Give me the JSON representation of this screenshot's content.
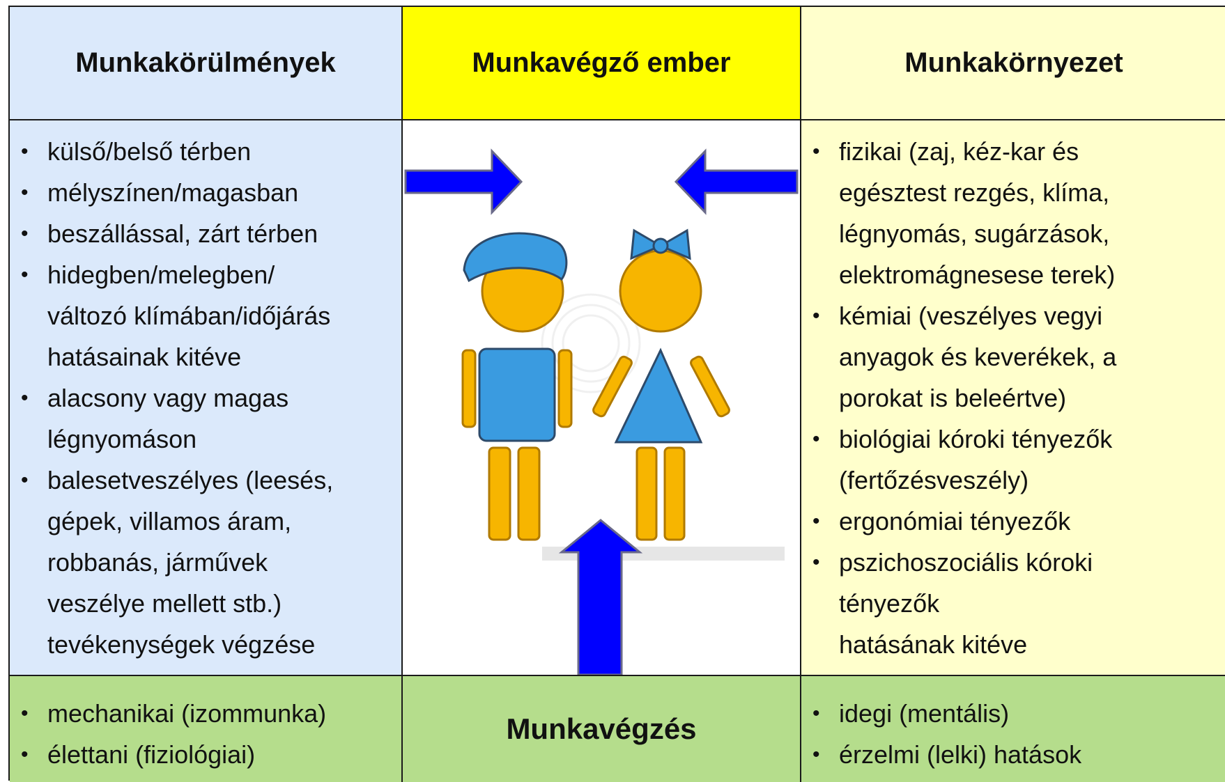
{
  "header": {
    "left": "Munkakörülmények",
    "center": "Munkavégző ember",
    "right": "Munkakörnyezet"
  },
  "left_list": [
    {
      "lines": [
        "külső/belső térben"
      ]
    },
    {
      "lines": [
        "mélyszínen/magasban"
      ]
    },
    {
      "lines": [
        "beszállással, zárt térben"
      ]
    },
    {
      "lines": [
        "hidegben/melegben/",
        "változó klímában/időjárás",
        "hatásainak kitéve"
      ]
    },
    {
      "lines": [
        "alacsony vagy magas",
        "légnyomáson"
      ]
    },
    {
      "lines": [
        "balesetveszélyes (leesés,",
        "gépek, villamos áram,",
        "robbanás, járművek",
        "veszélye mellett stb.)",
        "tevékenységek végzése"
      ]
    }
  ],
  "right_list": [
    {
      "lines": [
        "fizikai (zaj, kéz-kar és",
        "egésztest rezgés, klíma,",
        "légnyomás, sugárzások,",
        "elektromágnesese terek)"
      ]
    },
    {
      "lines": [
        "kémiai (veszélyes vegyi",
        "anyagok és keverékek, a",
        "porokat is beleértve)"
      ]
    },
    {
      "lines": [
        "biológiai kóroki tényezők",
        "(fertőzésveszély)"
      ]
    },
    {
      "lines": [
        "ergonómiai tényezők"
      ]
    },
    {
      "lines": [
        "pszichoszociális kóroki",
        "tényezők"
      ]
    }
  ],
  "right_tail": "hatásának kitéve",
  "bottom": {
    "left_list": [
      {
        "lines": [
          "mechanikai (izommunka)"
        ]
      },
      {
        "lines": [
          "élettani (fiziológiai)"
        ]
      }
    ],
    "center": "Munkavégzés",
    "right_list": [
      {
        "lines": [
          "idegi (mentális)"
        ]
      },
      {
        "lines": [
          "érzelmi (lelki) hatások"
        ]
      }
    ]
  },
  "colors": {
    "header_left_bg": "#dbe9fb",
    "header_center_bg": "#ffff00",
    "header_right_bg": "#ffffcc",
    "bottom_bg": "#b5dd8c",
    "arrow": "#0000ff",
    "figure_body": "#3a9be0",
    "figure_skin": "#f7b500"
  },
  "icons": [
    "arrow-right-icon",
    "arrow-left-icon",
    "arrow-up-icon",
    "boy-figure-icon",
    "girl-figure-icon"
  ]
}
